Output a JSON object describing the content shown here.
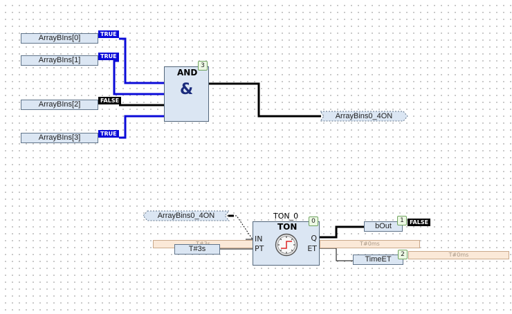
{
  "and_block": {
    "title": "AND",
    "symbol": "&",
    "badge": "3",
    "inputs": [
      {
        "variable": "ArrayBIns[0]",
        "value": "TRUE"
      },
      {
        "variable": "ArrayBIns[1]",
        "value": "TRUE"
      },
      {
        "variable": "ArrayBIns[2]",
        "value": "FALSE"
      },
      {
        "variable": "ArrayBIns[3]",
        "value": "TRUE"
      }
    ],
    "output_connector": "ArrayBins0_4ON"
  },
  "ton_block": {
    "instance": "TON_0",
    "title": "TON",
    "badge": "0",
    "pins": {
      "in": "IN",
      "pt": "PT",
      "q": "Q",
      "et": "ET"
    },
    "input_connector": "ArrayBins0_4ON",
    "pt_value": "T#3s",
    "pt_watch": "T#3s",
    "et_watch": "T#0ms",
    "q_output": {
      "variable": "bOut",
      "badge": "1",
      "value": "FALSE"
    },
    "et_output": {
      "variable": "TimeET",
      "badge": "2",
      "watch": "T#0ms"
    }
  },
  "colors": {
    "true_wire": "#0a0ad8",
    "false_wire": "#000000",
    "block_fill": "#dbe6f3",
    "watch_fill": "#fbe9d8"
  },
  "icons": {
    "timer": "clock-icon"
  }
}
